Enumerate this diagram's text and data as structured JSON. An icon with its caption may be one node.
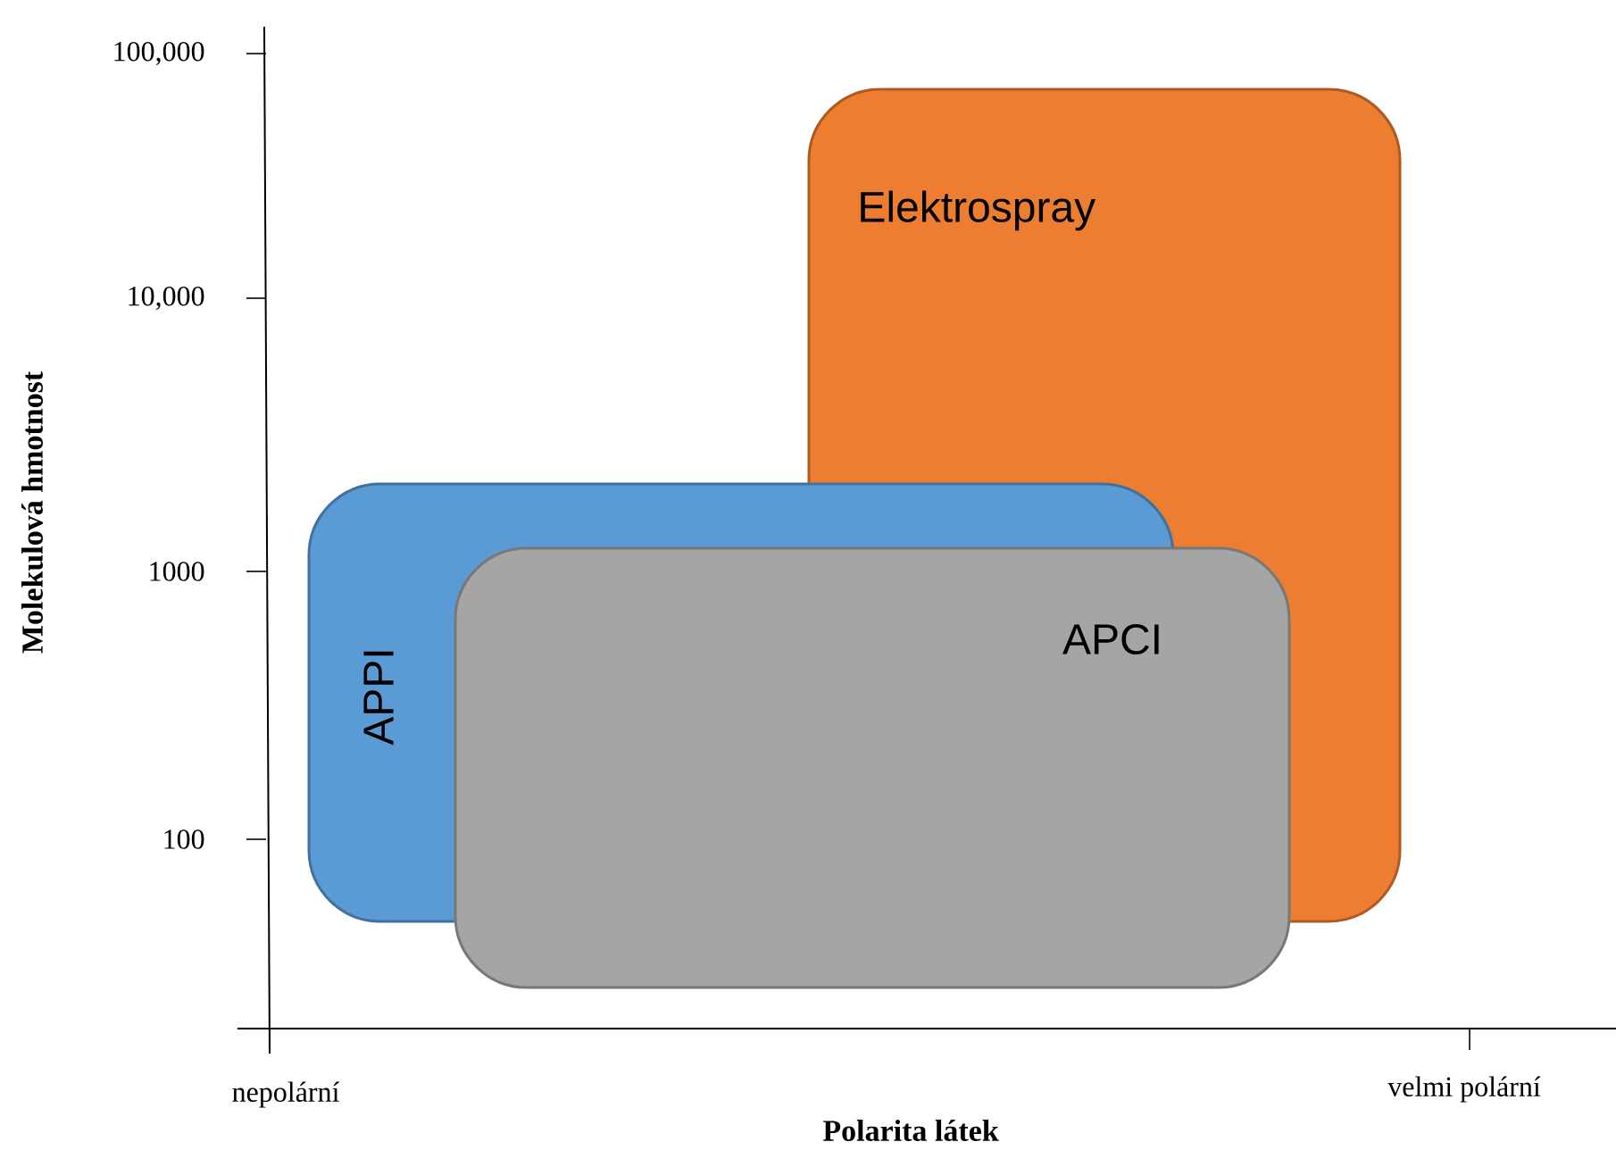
{
  "diagram": {
    "nodes": [
      {
        "text": [
          "Elektrospray"
        ]
      },
      {
        "text": [
          "APPI"
        ]
      },
      {
        "text": [
          "APCI"
        ]
      }
    ],
    "labels": [
      "100,000",
      "10,000",
      "1000",
      "100",
      "Molekulová hmotnost",
      "nepolární",
      "velmi polární",
      "Polarita látek"
    ]
  }
}
